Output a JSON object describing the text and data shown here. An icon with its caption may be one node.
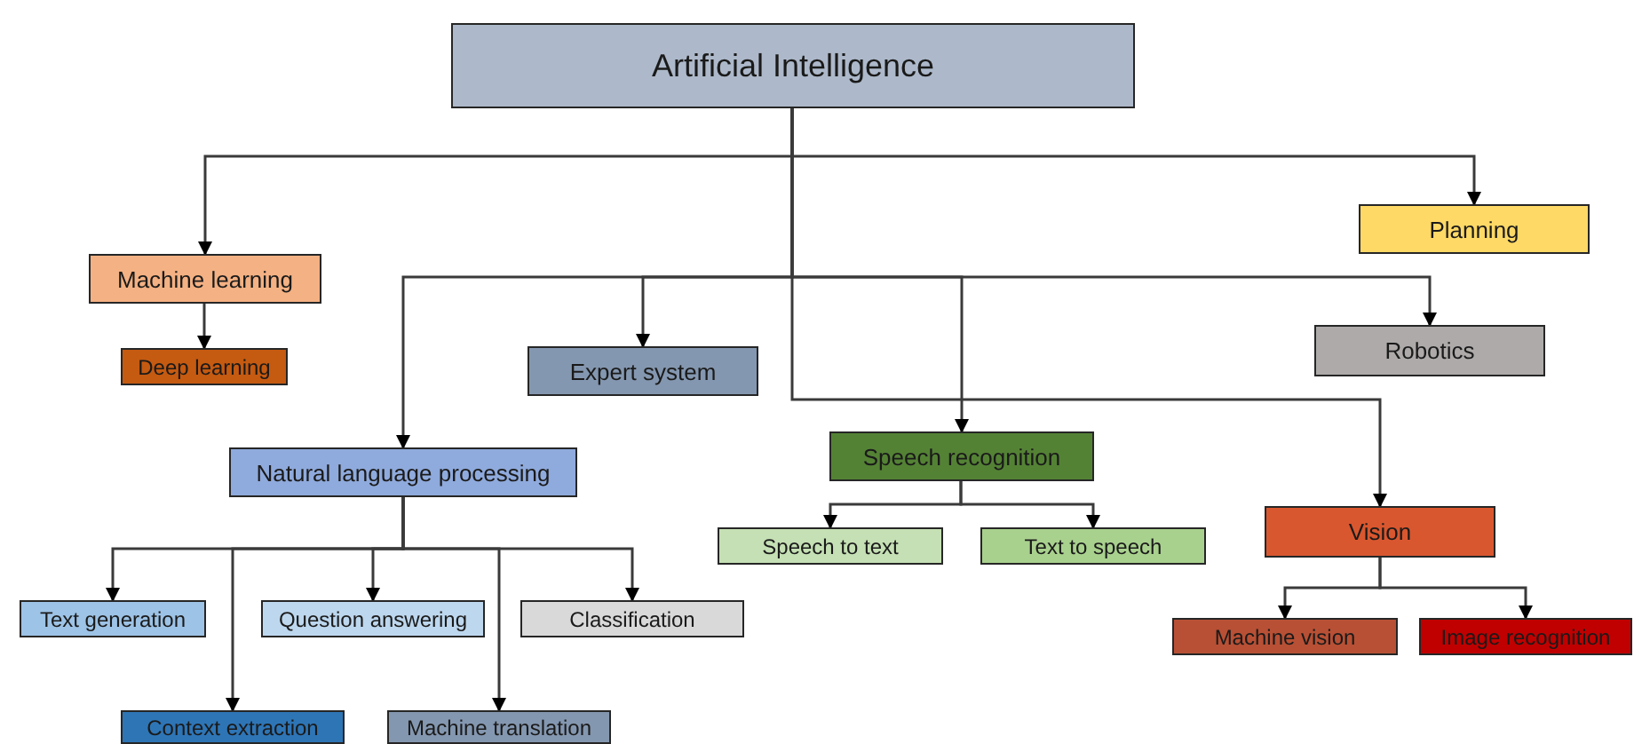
{
  "diagram": {
    "nodes": [
      {
        "text": [
          "Artificial Intelligence"
        ]
      },
      {
        "text": [
          "Machine learning"
        ]
      },
      {
        "text": [
          "Deep learning"
        ]
      },
      {
        "text": [
          "Planning"
        ]
      },
      {
        "text": [
          "Expert system"
        ]
      },
      {
        "text": [
          "Robotics"
        ]
      },
      {
        "text": [
          "Natural language processing"
        ]
      },
      {
        "text": [
          "Speech recognition"
        ]
      },
      {
        "text": [
          "Vision"
        ]
      },
      {
        "text": [
          "Speech to text"
        ]
      },
      {
        "text": [
          "Text to speech"
        ]
      },
      {
        "text": [
          "Text generation"
        ]
      },
      {
        "text": [
          "Question answering"
        ]
      },
      {
        "text": [
          "Classification"
        ]
      },
      {
        "text": [
          "Context extraction"
        ]
      },
      {
        "text": [
          "Machine translation"
        ]
      },
      {
        "text": [
          "Machine vision"
        ]
      },
      {
        "text": [
          "Image recognition"
        ]
      }
    ],
    "edges": [
      {
        "from": 0,
        "to": 1,
        "arrow": "to"
      },
      {
        "from": 0,
        "to": 3,
        "arrow": "to"
      },
      {
        "from": 1,
        "to": 2,
        "arrow": "to"
      },
      {
        "from": 0,
        "to": 6,
        "arrow": "to"
      },
      {
        "from": 0,
        "to": 4,
        "arrow": "to"
      },
      {
        "from": 0,
        "to": 7,
        "arrow": "to"
      },
      {
        "from": 0,
        "to": 5,
        "arrow": "to"
      },
      {
        "from": 0,
        "to": 8,
        "arrow": "to"
      },
      {
        "from": 7,
        "to": 9,
        "arrow": "to"
      },
      {
        "from": 7,
        "to": 10,
        "arrow": "to"
      },
      {
        "from": 6,
        "to": 11,
        "arrow": "to"
      },
      {
        "from": 6,
        "to": 14,
        "arrow": "to"
      },
      {
        "from": 6,
        "to": 12,
        "arrow": "to"
      },
      {
        "from": 6,
        "to": 15,
        "arrow": "to"
      },
      {
        "from": 6,
        "to": 13,
        "arrow": "to"
      },
      {
        "from": 8,
        "to": 16,
        "arrow": "to"
      },
      {
        "from": 8,
        "to": 17,
        "arrow": "to"
      }
    ]
  }
}
